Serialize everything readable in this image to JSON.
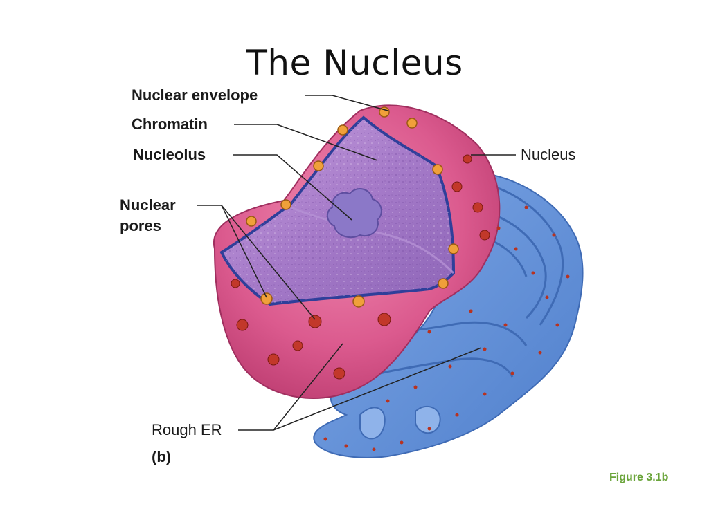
{
  "title": "The Nucleus",
  "labels": {
    "nuclear_envelope": "Nuclear envelope",
    "chromatin": "Chromatin",
    "nucleolus": "Nucleolus",
    "nuclear_pores_line1": "Nuclear",
    "nuclear_pores_line2": "pores",
    "nucleus": "Nucleus",
    "rough_er": "Rough ER",
    "panel": "(b)"
  },
  "caption": "Figure 3.1b",
  "colors": {
    "envelope": "#d94f86",
    "chromatin": "#9b6cc0",
    "rough_er": "#5f8fd6",
    "ribosome": "#b8321f",
    "caption": "#6aa43a"
  }
}
